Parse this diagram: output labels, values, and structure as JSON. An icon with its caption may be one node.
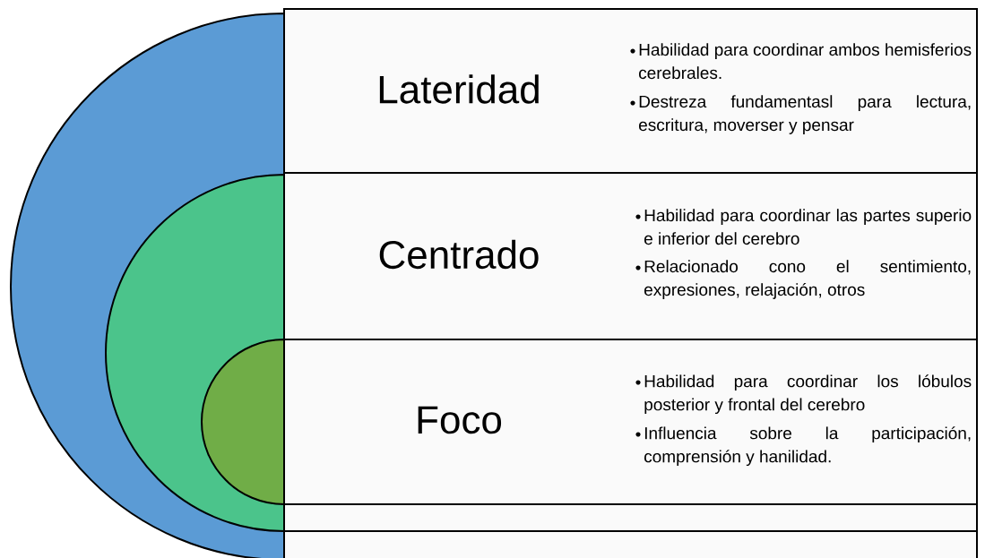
{
  "diagram": {
    "nodes": [
      {
        "text": [],
        "shape": "circle"
      },
      {
        "text": [],
        "shape": "circle",
        "in": 0
      },
      {
        "text": [],
        "shape": "circle",
        "in": 1
      },
      {
        "text": [
          "Lateridad",
          "Habilidad para coordinar ambos hemisferios cerebrales.",
          "Destreza fundamentasl para lectura, escritura, moverser y pensar"
        ]
      },
      {
        "text": [
          "Centrado",
          "Habilidad para coordinar las partes superio e inferior del cerebro",
          "Relacionado cono el sentimiento, expresiones, relajación, otros"
        ]
      },
      {
        "text": [
          "Foco",
          "Habilidad para coordinar los lóbulos posterior y frontal del cerebro",
          "Influencia sobre la participación, comprensión y hanilidad."
        ]
      },
      {
        "text": [],
        "shape": "box"
      },
      {
        "text": [],
        "shape": "box"
      }
    ]
  }
}
